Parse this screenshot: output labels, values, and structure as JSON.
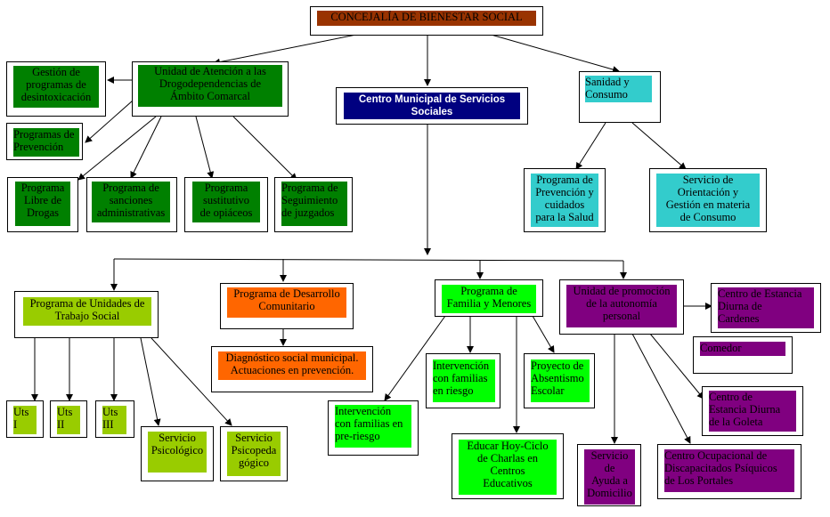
{
  "nodes": {
    "concejalia": "CONCEJALÍA DE BIENESTAR SOCIAL",
    "drogo": "Unidad de Atención a las\nDrogodependencias  de\nÁmbito Comarcal",
    "gestion": "Gestión de\nprogramas de\ndesintoxicación",
    "prevencion": "Programas de\nPrevención",
    "libre": "Programa\nLibre de\nDrogas",
    "sanciones": "Programa de\nsanciones\nadministrativas",
    "sustitutivo": "Programa\nsustitutivo\nde opiáceos",
    "seguimiento": "Programa de\nSeguimiento\nde juzgados",
    "centro_municipal": "Centro Municipal de Servicios\nSociales",
    "sanidad": "Sanidad y\nConsumo",
    "prev_salud": "Programa de\nPrevención y\ncuidados\npara la Salud",
    "orientacion": "Servicio de\nOrientación y\nGestión  en materia\nde Consumo",
    "uts_prog": "Programa de Unidades de\nTrabajo Social",
    "uts1": "Uts\nI",
    "uts2": "Uts\nII",
    "uts3": "Uts\nIII",
    "psicologico": "Servicio\nPsicológico",
    "psicopeda": "Servicio\nPsicopeda\ngógico",
    "desarrollo": "Programa de Desarrollo\nComunitario",
    "diagnostico": "Diagnóstico social municipal.\nActuaciones en prevención.",
    "familia": "Programa de\nFamilia y Menores",
    "interv_riesgo": "Intervención\ncon familias\nen riesgo",
    "interv_preriesgo": "Intervención\ncon familias en\npre-riesgo",
    "absentismo": "Proyecto de\nAbsentismo\nEscolar",
    "educar": "Educar Hoy-Ciclo\nde Charlas en\nCentros\nEducativos",
    "autonomia": "Unidad de promoción\nde la autonomía\npersonal",
    "cardenes": "Centro de Estancia\nDiurna de\nCardenes",
    "comedor": "Comedor",
    "goleta": "Centro de\nEstancia Diurna\nde la Goleta",
    "ayuda": "Servicio\nde\nAyuda a\nDomicilio",
    "ocupacional": "Centro Ocupacional de\nDiscapacitados Psíquicos\nde Los Portales"
  }
}
